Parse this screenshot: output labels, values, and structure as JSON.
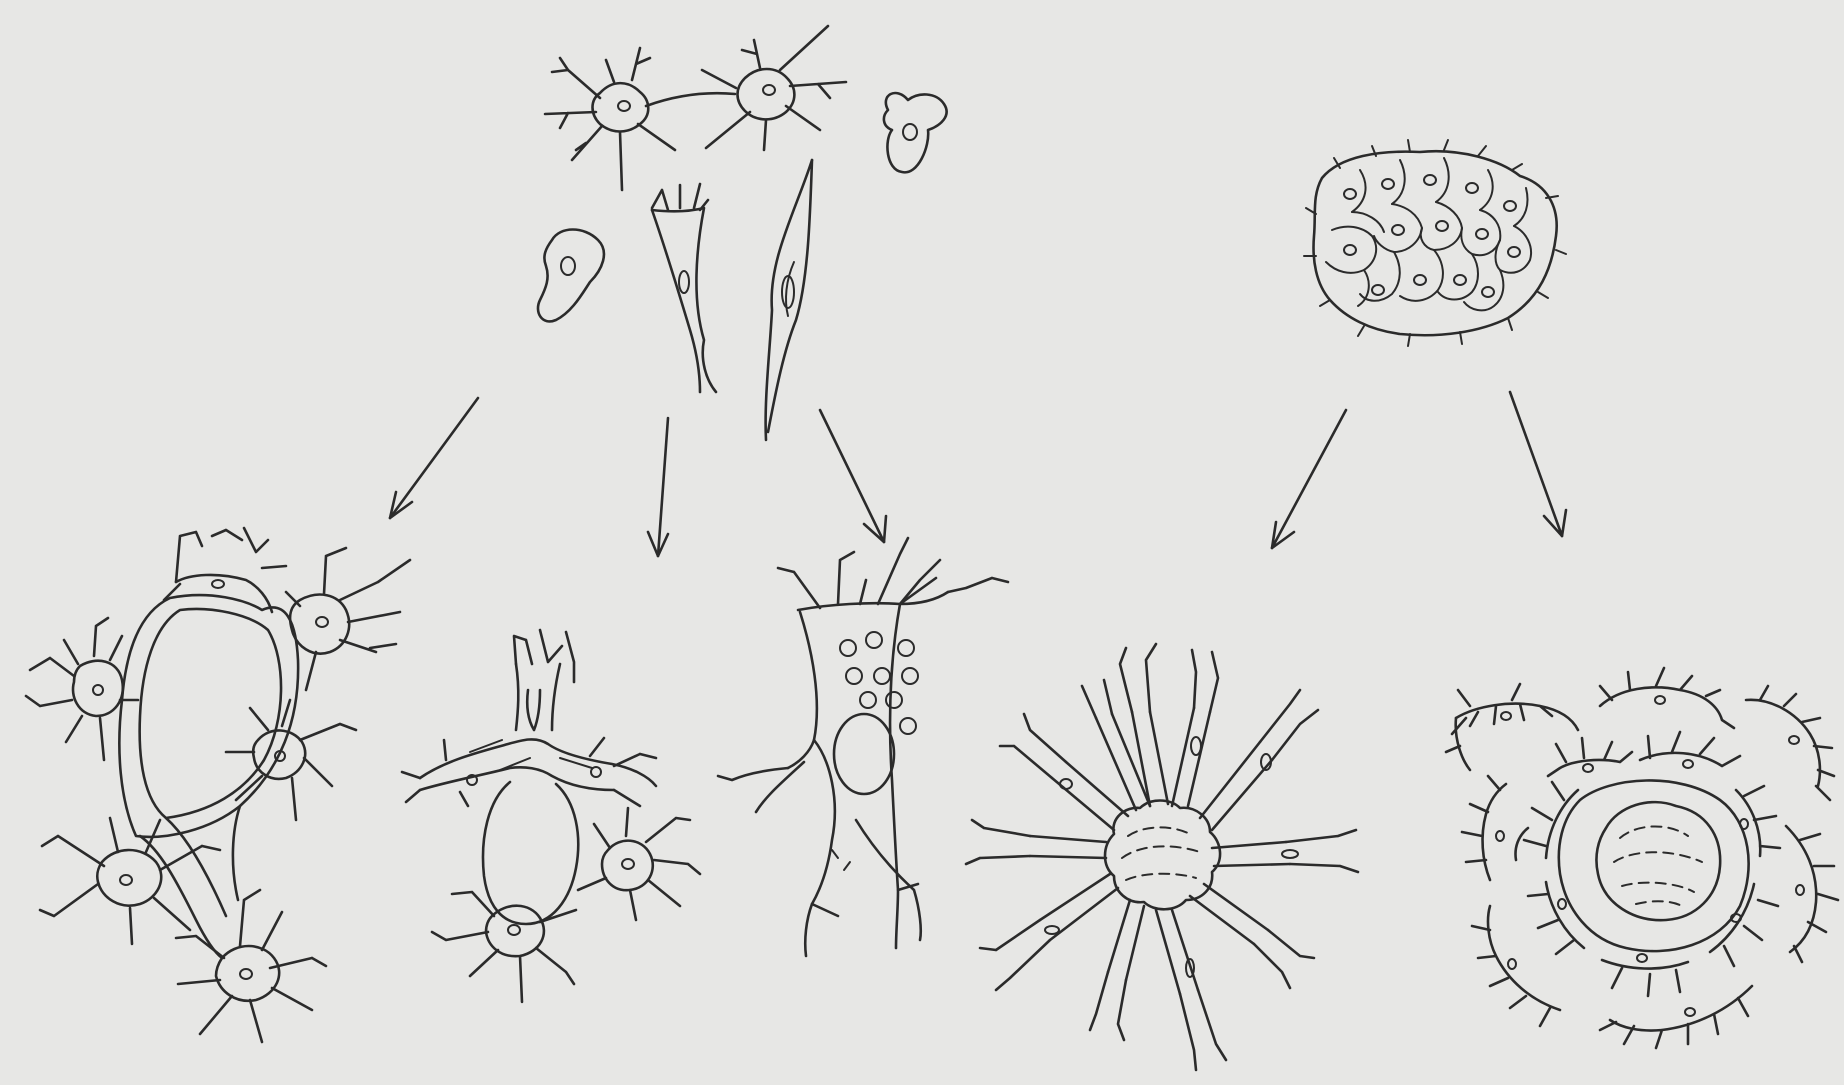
{
  "figure": {
    "background": "#e7e7e5",
    "ink": "#2b2b2b",
    "groups": [
      {
        "name": "mesenchymal-source-cells",
        "count": 6
      },
      {
        "name": "epithelial-sheet",
        "count": 1
      },
      {
        "name": "vessel-network",
        "count": 1
      },
      {
        "name": "vessel-lumen-formation",
        "count": 1
      },
      {
        "name": "vacuolated-cell",
        "count": 1
      },
      {
        "name": "radial-outgrowth",
        "count": 1
      },
      {
        "name": "rosette-cyst",
        "count": 1
      }
    ],
    "arrows": 5
  }
}
